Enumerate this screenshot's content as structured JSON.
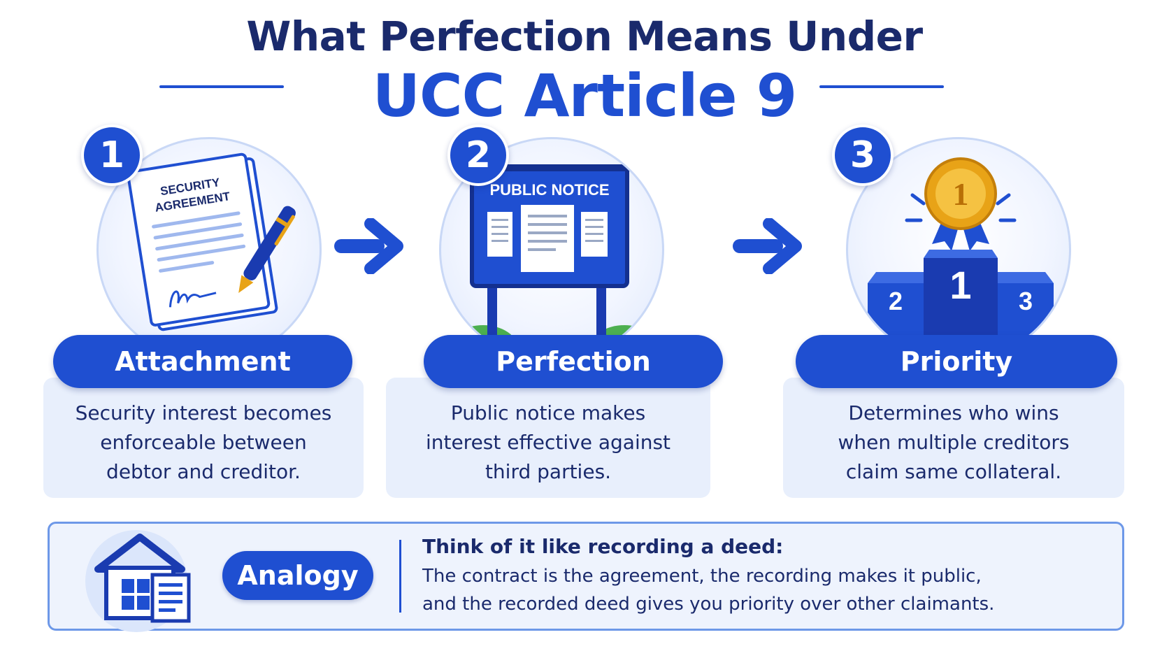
{
  "title": {
    "line1": "What Perfection Means Under",
    "line2": "UCC Article 9"
  },
  "steps": [
    {
      "number": "1",
      "label": "Attachment",
      "description": "Security interest becomes\nenforceable between\ndebtor and creditor.",
      "illustration": {
        "icon": "security-agreement-document-with-pen",
        "document_title_line1": "SECURITY",
        "document_title_line2": "AGREEMENT"
      }
    },
    {
      "number": "2",
      "label": "Perfection",
      "description": "Public notice makes\ninterest effective against\nthird parties.",
      "illustration": {
        "icon": "public-notice-board",
        "board_title": "PUBLIC NOTICE"
      }
    },
    {
      "number": "3",
      "label": "Priority",
      "description": "Determines who wins\nwhen multiple creditors\nclaim same collateral.",
      "illustration": {
        "icon": "podium-with-gold-medal",
        "medal_number": "1",
        "podium_labels": [
          "2",
          "1",
          "3"
        ]
      }
    }
  ],
  "analogy": {
    "label": "Analogy",
    "icon": "house-with-document-icon",
    "heading": "Think of it like recording a deed:",
    "body_line1": "The contract is the agreement, the recording makes it public,",
    "body_line2": "and the recorded deed gives you priority over other claimants."
  },
  "colors": {
    "primary_blue": "#1f4fd1",
    "navy_text": "#1a2a6c",
    "card_background": "#e8effc",
    "gold": "#e8a317"
  }
}
